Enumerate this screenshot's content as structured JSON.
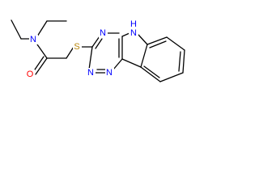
{
  "molecule": {
    "atoms": [
      {
        "id": "N_amide",
        "symbol": "N",
        "color": "#0000ff"
      },
      {
        "id": "O_carbonyl",
        "symbol": "O",
        "color": "#ff0000"
      },
      {
        "id": "S_thioether",
        "symbol": "S",
        "color": "#b8860b"
      },
      {
        "id": "N_ring_1",
        "symbol": "N",
        "color": "#0000ff"
      },
      {
        "id": "NH_indole",
        "symbol": "H",
        "color": "#0000ff"
      },
      {
        "id": "NH_indole_N",
        "symbol": "N",
        "color": "#0000ff"
      },
      {
        "id": "N_ring_2",
        "symbol": "N",
        "color": "#0000ff"
      },
      {
        "id": "N_ring_3",
        "symbol": "N",
        "color": "#0000ff"
      }
    ]
  }
}
